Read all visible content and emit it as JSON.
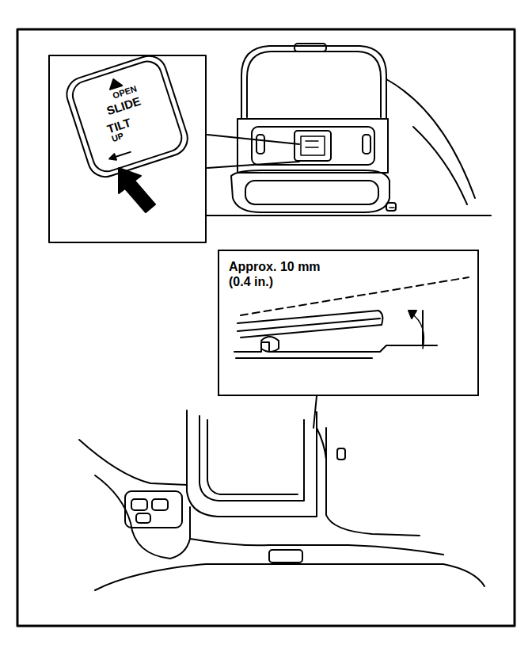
{
  "diagram": {
    "nodes": [
      {
        "text": [
          "Approx. 10 mm (0.4 in.)"
        ]
      }
    ],
    "labels": [
      "OPEN",
      "SLIDE",
      "TILT",
      "UP"
    ]
  }
}
